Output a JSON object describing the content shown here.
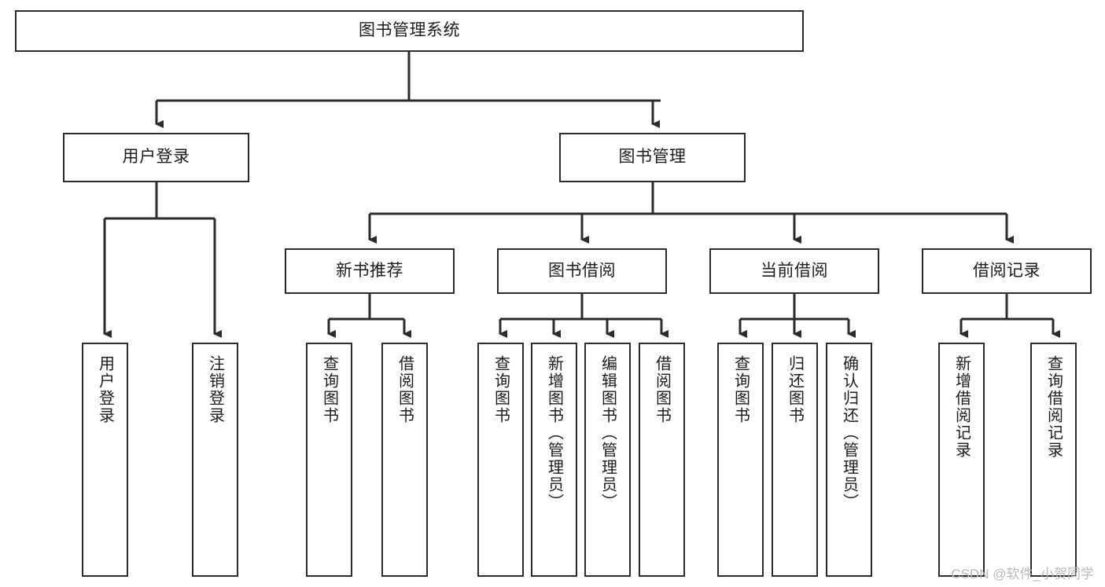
{
  "diagram": {
    "title": "图书管理系统",
    "watermark": "CSDN @软件_小贺同学",
    "colors": {
      "stroke": "#2b2b2b",
      "fill": "#ffffff",
      "text": "#1c1c1c",
      "watermark": "#b9b9b9"
    },
    "root": {
      "label": "图书管理系统"
    },
    "level2": [
      {
        "label": "用户登录"
      },
      {
        "label": "图书管理"
      }
    ],
    "level3": [
      {
        "label": "新书推荐"
      },
      {
        "label": "图书借阅"
      },
      {
        "label": "当前借阅"
      },
      {
        "label": "借阅记录"
      }
    ],
    "leaves": {
      "user_login": [
        {
          "label": "用户登录"
        },
        {
          "label": "注销登录"
        }
      ],
      "new_book": [
        {
          "label": "查询图书"
        },
        {
          "label": "借阅图书"
        }
      ],
      "book_borrow": [
        {
          "label": "查询图书"
        },
        {
          "label": "新增图书（管理员）"
        },
        {
          "label": "编辑图书（管理员）"
        },
        {
          "label": "借阅图书"
        }
      ],
      "current_borrow": [
        {
          "label": "查询图书"
        },
        {
          "label": "归还图书"
        },
        {
          "label": "确认归还（管理员）"
        }
      ],
      "borrow_record": [
        {
          "label": "新增借阅记录"
        },
        {
          "label": "查询借阅记录"
        }
      ]
    }
  }
}
